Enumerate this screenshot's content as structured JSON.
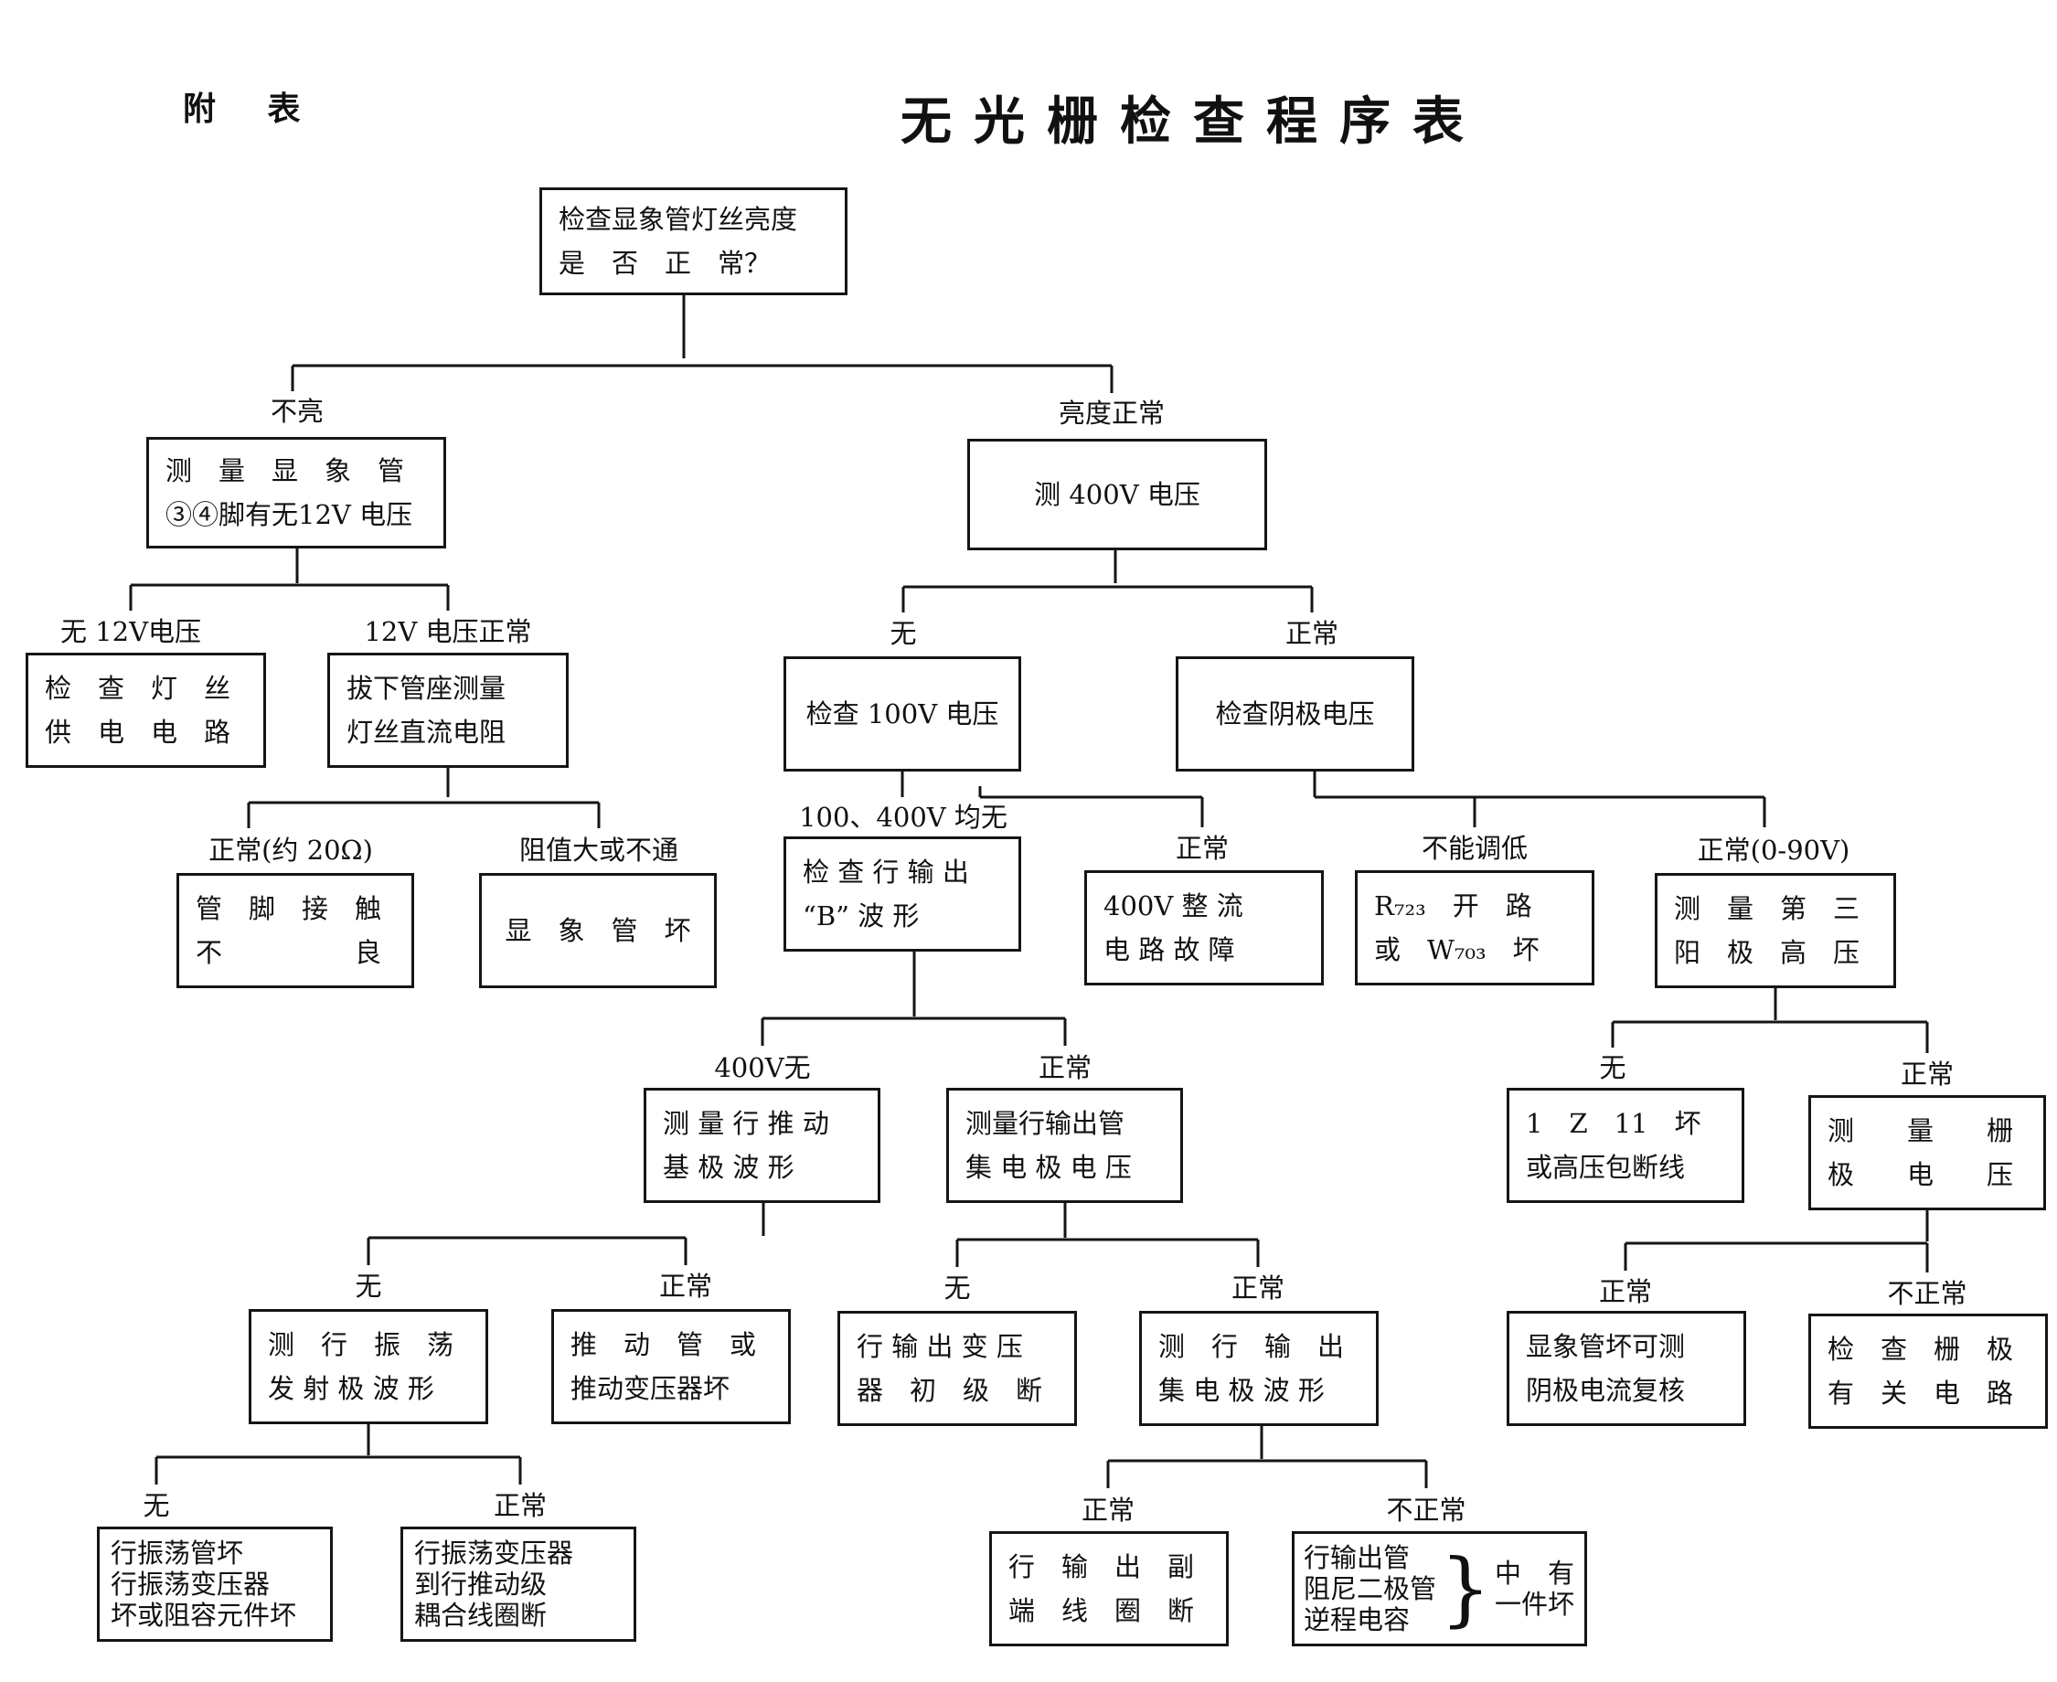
{
  "header": {
    "label": "附 表",
    "title": "无光栅检查程序表"
  },
  "nodes": {
    "root": [
      "检查显象管灯丝亮度",
      "是　否　正　常？"
    ],
    "n1": [
      "测　量　显　象　管",
      "③④脚有无12V 电压"
    ],
    "n2": [
      "测 400V 电压"
    ],
    "n3": [
      "检　查　灯　丝",
      "供　电　电　路"
    ],
    "n4": [
      "拔下管座测量",
      "灯丝直流电阻"
    ],
    "n5": [
      "管　脚　接　触",
      "不　　　　　良"
    ],
    "n6": [
      "显　象　管　坏"
    ],
    "n7": [
      "检查 100V 电压"
    ],
    "n8": [
      "检查阴极电压"
    ],
    "n9": [
      "检 查 行 输 出",
      "“B” 波 形"
    ],
    "n10": [
      "400V 整 流",
      "电 路 故 障"
    ],
    "n11": [
      "R₇₂₃　开　路",
      "或　W₇₀₃　坏"
    ],
    "n12": [
      "测　量　第　三",
      "阳　极　高　压"
    ],
    "n13": [
      "测 量 行 推 动",
      "基 极 波 形"
    ],
    "n14": [
      "测量行输出管",
      "集 电 极 电 压"
    ],
    "n15": [
      "1　Z　11　坏",
      "或高压包断线"
    ],
    "n16": [
      "测　　量　　栅",
      "极　　电　　压"
    ],
    "n17": [
      "测　行　振　荡",
      "发 射 极 波 形"
    ],
    "n18": [
      "推　动　管　或",
      "推动变压器坏"
    ],
    "n19": [
      "行 输 出 变 压",
      "器　初　级　断"
    ],
    "n20": [
      "测　行　输　出",
      "集 电 极 波 形"
    ],
    "n21": [
      "显象管坏可测",
      "阴极电流复核"
    ],
    "n22": [
      "检　查　栅　极",
      "有　关　电　路"
    ],
    "n23": [
      "行振荡管坏",
      "行振荡变压器",
      "坏或阻容元件坏"
    ],
    "n24": [
      "行振荡变压器",
      "到行推动级",
      "耦合线圈断"
    ],
    "n25": [
      "行　输　出　副",
      "端　线　圈　断"
    ],
    "n26": {
      "left": [
        "行输出管",
        "阻尼二极管",
        "逆程电容"
      ],
      "right": [
        "中　有",
        "一件坏"
      ]
    }
  },
  "labels": {
    "l_buliang": "不亮",
    "l_liangdu": "亮度正常",
    "l_wu12v": "无 12V电压",
    "l_12vzc": "12V 电压正常",
    "l_wu1": "无",
    "l_zc1": "正常",
    "l_yue20": "正常(约 20Ω)",
    "l_zuzhi": "阻值大或不通",
    "l_100400": "100、400V 均无",
    "l_zc2": "正常",
    "l_bunengtiao": "不能调低",
    "l_zc0_90": "正常(0-90V)",
    "l_400vwu": "400V无",
    "l_zc3": "正常",
    "l_wu2": "无",
    "l_zc4": "正常",
    "l_wu3": "无",
    "l_zc5": "正常",
    "l_wu4": "无",
    "l_zc6": "正常",
    "l_zc7": "正常",
    "l_buzc1": "不正常",
    "l_wu5": "无",
    "l_zc8": "正常",
    "l_zc9": "正常",
    "l_buzc2": "不正常"
  }
}
